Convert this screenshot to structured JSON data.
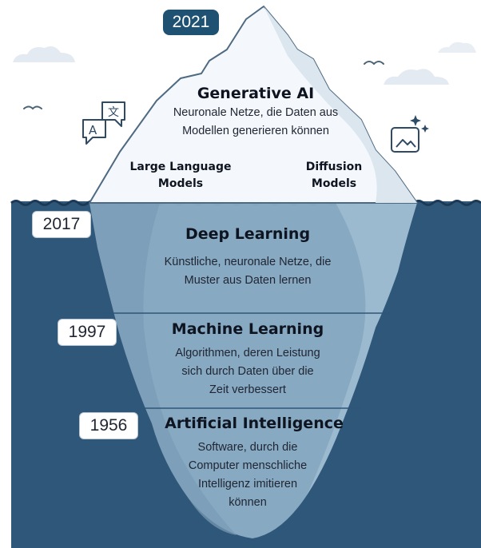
{
  "colors": {
    "sea": "#2f5779",
    "sky": "#ffffff",
    "ice_top": "#f4f8fc",
    "ice_underwater": "#8fb0c8",
    "year_badge_top": "#1f5272"
  },
  "icons": [
    "translate-icon",
    "ai-image-icon",
    "cloud-icon",
    "bird-icon"
  ],
  "years": {
    "top": "2021",
    "deep_learning": "2017",
    "machine_learning": "1997",
    "ai": "1956"
  },
  "layers": {
    "generative_ai": {
      "title": "Generative AI",
      "line1": "Neuronale Netze, die Daten aus",
      "line2": "Modellen generieren können",
      "llm_1": "Large Language",
      "llm_2": "Models",
      "diff_1": "Diffusion",
      "diff_2": "Models"
    },
    "deep_learning": {
      "title": "Deep Learning",
      "line1": "Künstliche, neuronale Netze, die",
      "line2": "Muster aus Daten lernen"
    },
    "machine_learning": {
      "title": "Machine Learning",
      "line1": "Algorithmen, deren Leistung",
      "line2": "sich durch Daten über die",
      "line3": "Zeit verbessert"
    },
    "artificial_intelligence": {
      "title": "Artificial Intelligence",
      "line1": "Software, durch die",
      "line2": "Computer menschliche",
      "line3": "Intelligenz imitieren",
      "line4": "können"
    }
  }
}
